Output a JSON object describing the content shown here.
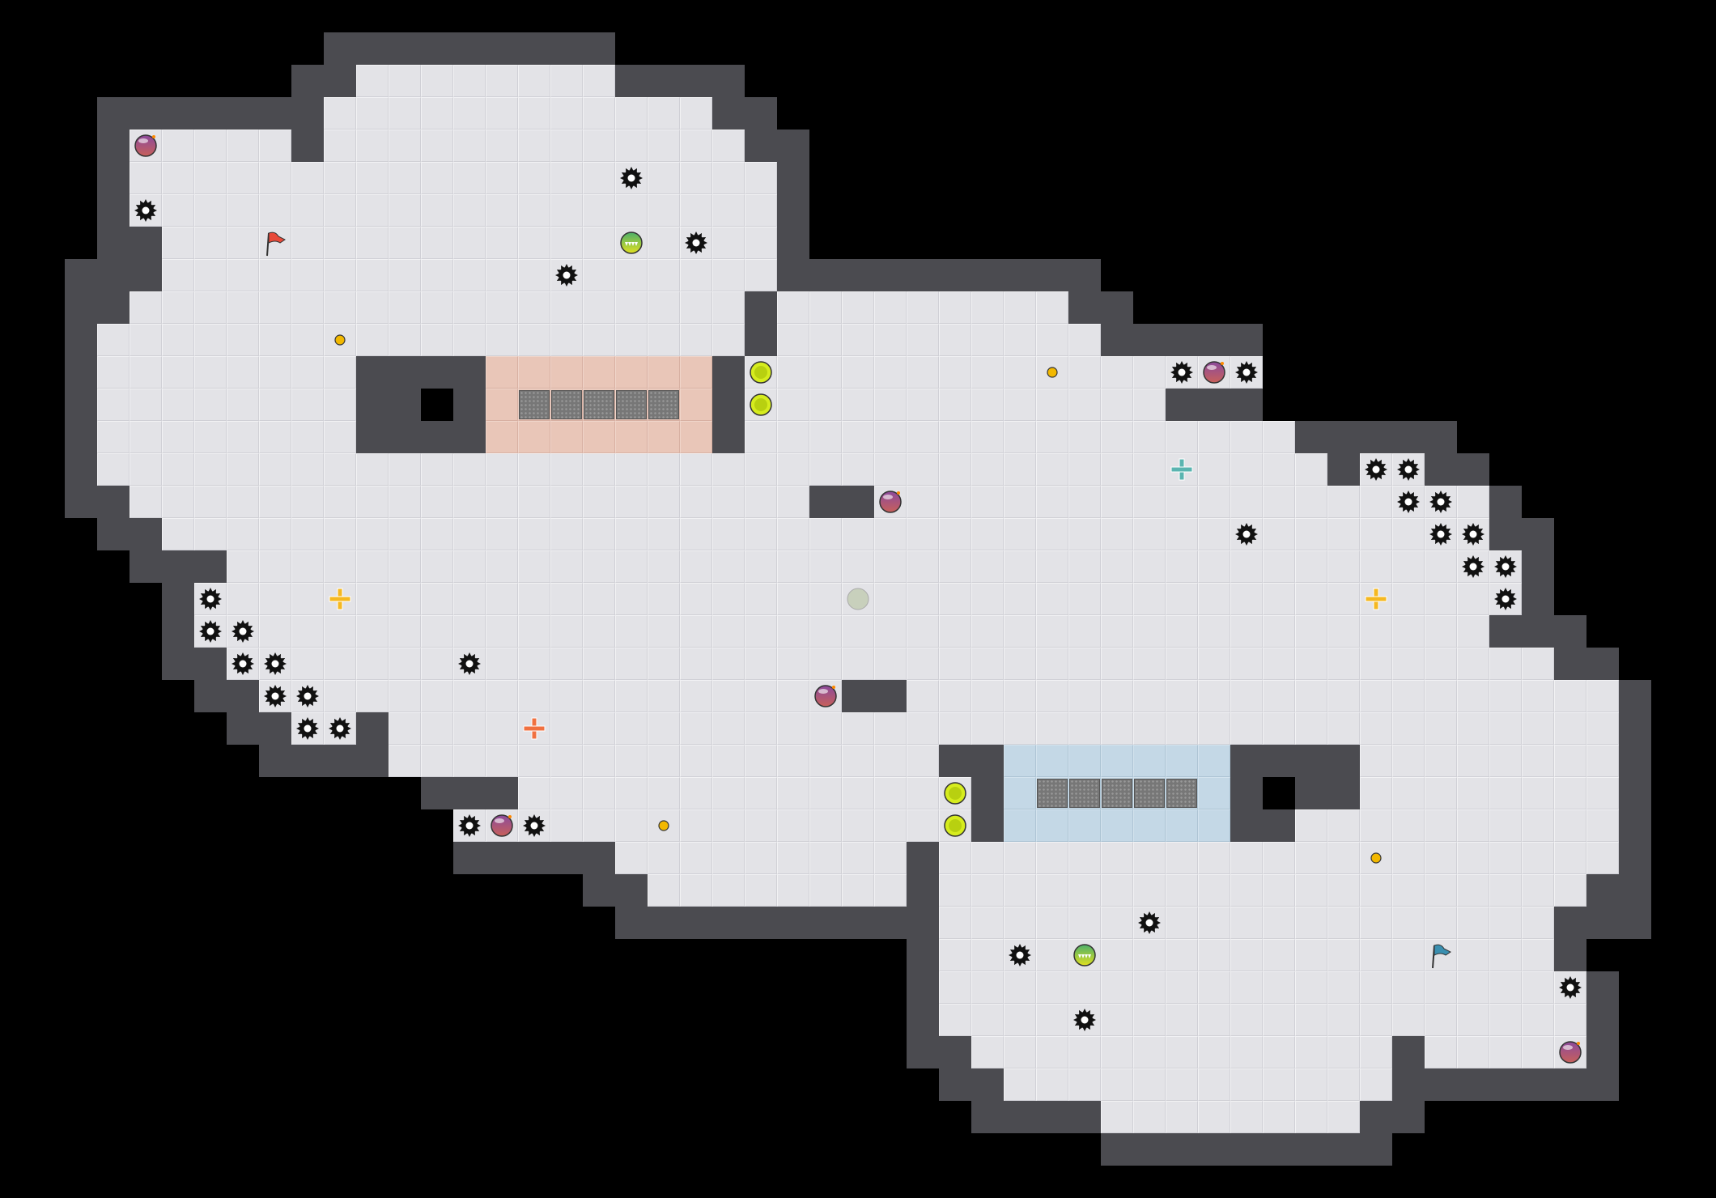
{
  "game": {
    "type": "capture-the-flag map",
    "teams": [
      {
        "name": "red",
        "color": "#e84a3a",
        "zone_color": "#e9c6b8"
      },
      {
        "name": "blue",
        "color": "#3a8fb0",
        "zone_color": "#c4d8e6"
      }
    ],
    "tile_types": [
      "floor",
      "wall",
      "spike",
      "bomb",
      "boost",
      "powerup",
      "gate",
      "portal",
      "flag",
      "token"
    ],
    "colors": {
      "wall": "#4b4b50",
      "floor": "#e3e3e7",
      "background": "#000000",
      "spike": "#111111",
      "bomb": "#8a4a7a",
      "boost": "#c8e020",
      "token": "#f2b800"
    }
  }
}
